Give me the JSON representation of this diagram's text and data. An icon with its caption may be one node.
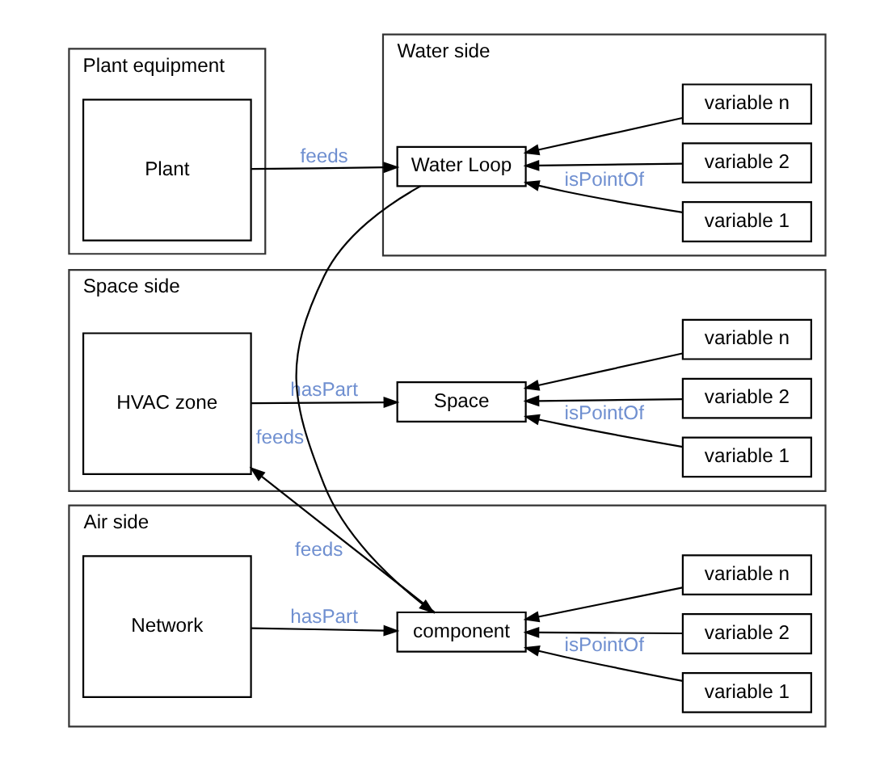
{
  "diagram": {
    "nodes": [
      {
        "text": [
          "Space side"
        ]
      },
      {
        "text": [
          "HVAC zone"
        ],
        "in": 0
      },
      {
        "text": [
          "Space"
        ],
        "in": 0
      },
      {
        "text": [
          "variable 1"
        ],
        "in": 0
      },
      {
        "text": [
          "variable 2"
        ],
        "in": 0
      },
      {
        "text": [
          "variable n"
        ],
        "in": 0
      },
      {
        "text": [
          "Air side"
        ]
      },
      {
        "text": [
          "Network"
        ],
        "in": 6
      },
      {
        "text": [
          "component"
        ],
        "in": 6
      },
      {
        "text": [
          "variable 1"
        ],
        "in": 6
      },
      {
        "text": [
          "variable 2"
        ],
        "in": 6
      },
      {
        "text": [
          "variable n"
        ],
        "in": 6
      },
      {
        "text": [
          "Plant equipment"
        ]
      },
      {
        "text": [
          "Plant"
        ],
        "in": 12
      },
      {
        "text": [
          "Water side"
        ]
      },
      {
        "text": [
          "Water Loop"
        ],
        "in": 14
      },
      {
        "text": [
          "variable 1"
        ],
        "in": 14
      },
      {
        "text": [
          "variable 2"
        ],
        "in": 14
      },
      {
        "text": [
          "variable n"
        ],
        "in": 14
      }
    ],
    "edges": [
      {
        "from": 1,
        "to": 2,
        "arrow": "to",
        "label": "hasPart"
      },
      {
        "from": 3,
        "to": 2,
        "arrow": "to",
        "label": "isPointOf"
      },
      {
        "from": 4,
        "to": 2,
        "arrow": "to"
      },
      {
        "from": 5,
        "to": 2,
        "arrow": "to"
      },
      {
        "from": 8,
        "to": 1,
        "arrow": "to",
        "label": "feeds"
      },
      {
        "from": 7,
        "to": 8,
        "arrow": "to",
        "label": "hasPart"
      },
      {
        "from": 9,
        "to": 8,
        "arrow": "to",
        "label": "isPointOf"
      },
      {
        "from": 10,
        "to": 8,
        "arrow": "to"
      },
      {
        "from": 11,
        "to": 8,
        "arrow": "to"
      },
      {
        "from": 15,
        "to": 8,
        "arrow": "to",
        "label": "feeds"
      },
      {
        "from": 13,
        "to": 15,
        "arrow": "to",
        "label": "feeds"
      },
      {
        "from": 16,
        "to": 15,
        "arrow": "to",
        "label": "isPointOf"
      },
      {
        "from": 17,
        "to": 15,
        "arrow": "to"
      },
      {
        "from": 18,
        "to": 15,
        "arrow": "to"
      }
    ]
  }
}
